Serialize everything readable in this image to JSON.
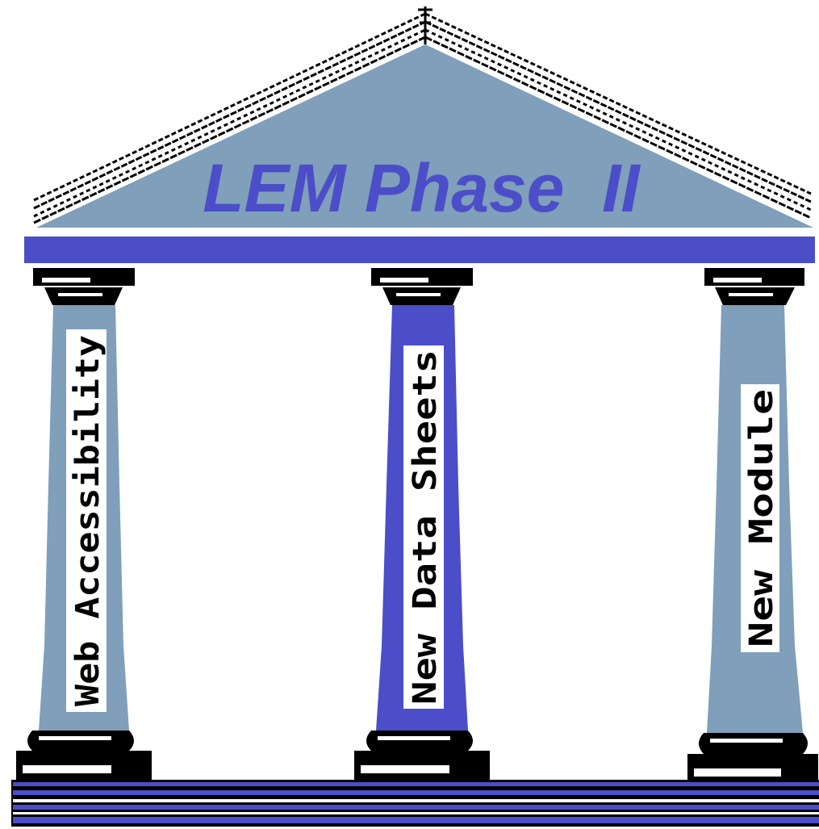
{
  "title": "LEM Phase  II",
  "pillars": [
    {
      "label": "Web Accessibility",
      "highlighted": false
    },
    {
      "label": "New Data Sheets",
      "highlighted": true
    },
    {
      "label": "New Module",
      "highlighted": false
    }
  ],
  "colors": {
    "pediment": "#7f9fba",
    "title": "#4b4ec8",
    "beam": "#4b4ec8",
    "pillar": "#7f9fba",
    "pillar_highlight": "#4b4ec8",
    "capital": "#000000",
    "label_box": "#ffffff",
    "base_stripe": "#4b4ec8"
  }
}
